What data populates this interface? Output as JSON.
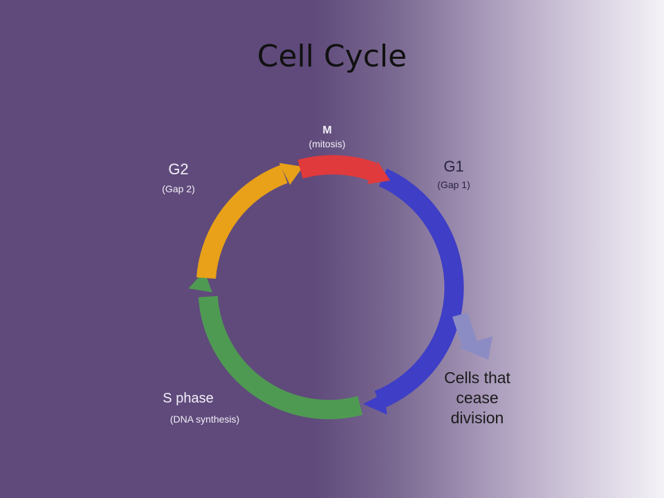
{
  "slide": {
    "title": "Cell Cycle"
  },
  "diagram": {
    "phases": [
      {
        "key": "m",
        "name": "M",
        "detail": "(mitosis)",
        "color": "#e03a3c"
      },
      {
        "key": "g1",
        "name": "G1",
        "detail": "(Gap 1)",
        "color": "#3f3ec6"
      },
      {
        "key": "s",
        "name": "S phase",
        "detail": "(DNA synthesis)",
        "color": "#4f9a52"
      },
      {
        "key": "g2",
        "name": "G2",
        "detail": "(Gap 2)",
        "color": "#e8a118"
      }
    ],
    "exit_arrow_color": "#8c8cc4",
    "exit_label": [
      "Cells that",
      "cease",
      "division"
    ]
  }
}
